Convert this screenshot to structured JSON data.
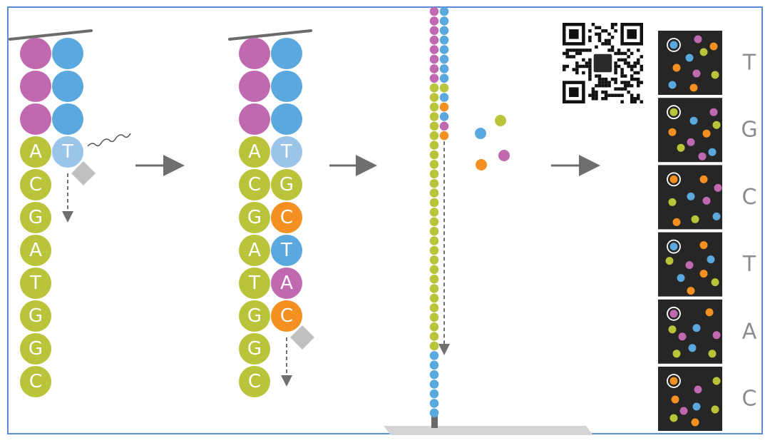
{
  "colors": {
    "A": "#b9c43a",
    "C": "#b9c43a",
    "G": "#b9c43a",
    "T": "#b9c43a",
    "purple": "#c069b0",
    "blue": "#5aa8dd",
    "lightblue": "#9bc5e8",
    "green": "#b9c43a",
    "orange": "#f39021",
    "gray": "#c0c0c0",
    "arrow": "#6e6e6e",
    "frame": "#5b8bd6",
    "panel": "#262626"
  },
  "panel1": {
    "template": [
      "A",
      "C",
      "G",
      "A",
      "T",
      "G",
      "G",
      "C"
    ],
    "incorporated": [
      {
        "letter": "T",
        "color": "lightblue"
      }
    ]
  },
  "panel2": {
    "template": [
      "A",
      "C",
      "G",
      "A",
      "T",
      "G",
      "G",
      "C"
    ],
    "incorporated": [
      {
        "letter": "T",
        "color": "lightblue"
      },
      {
        "letter": "G",
        "color": "green"
      },
      {
        "letter": "C",
        "color": "orange"
      },
      {
        "letter": "T",
        "color": "blue"
      },
      {
        "letter": "A",
        "color": "purple"
      },
      {
        "letter": "C",
        "color": "orange"
      }
    ]
  },
  "free_nucleotides": [
    "blue",
    "green",
    "orange",
    "purple"
  ],
  "qr_icon": "qr-code-icon",
  "images": [
    {
      "base": "T",
      "highlight": "blue"
    },
    {
      "base": "G",
      "highlight": "green"
    },
    {
      "base": "C",
      "highlight": "orange"
    },
    {
      "base": "T",
      "highlight": "blue"
    },
    {
      "base": "A",
      "highlight": "purple"
    },
    {
      "base": "C",
      "highlight": "orange"
    }
  ]
}
